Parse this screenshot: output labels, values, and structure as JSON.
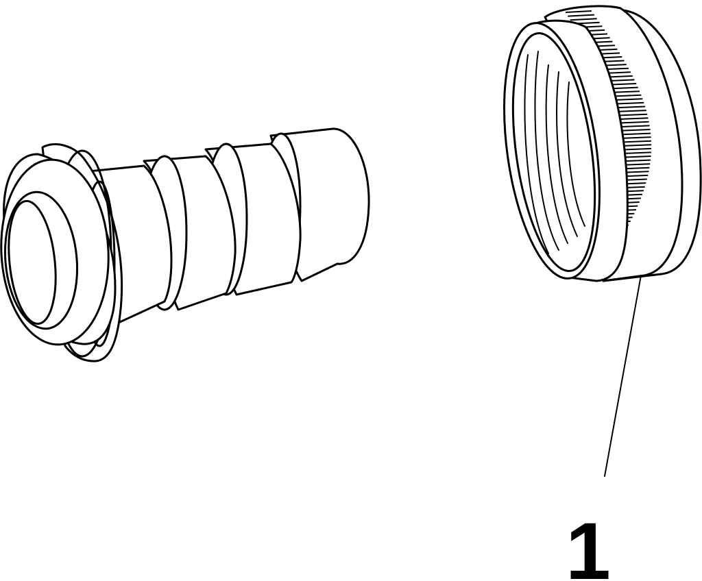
{
  "diagram": {
    "parts": [
      {
        "id": "hose-barb-nipple",
        "callout": ""
      },
      {
        "id": "knurled-coupling-nut",
        "callout": "1"
      }
    ],
    "callouts": [
      {
        "label": "1",
        "target": "knurled-coupling-nut"
      }
    ],
    "colors": {
      "line": "#000000",
      "background": "#ffffff"
    }
  }
}
